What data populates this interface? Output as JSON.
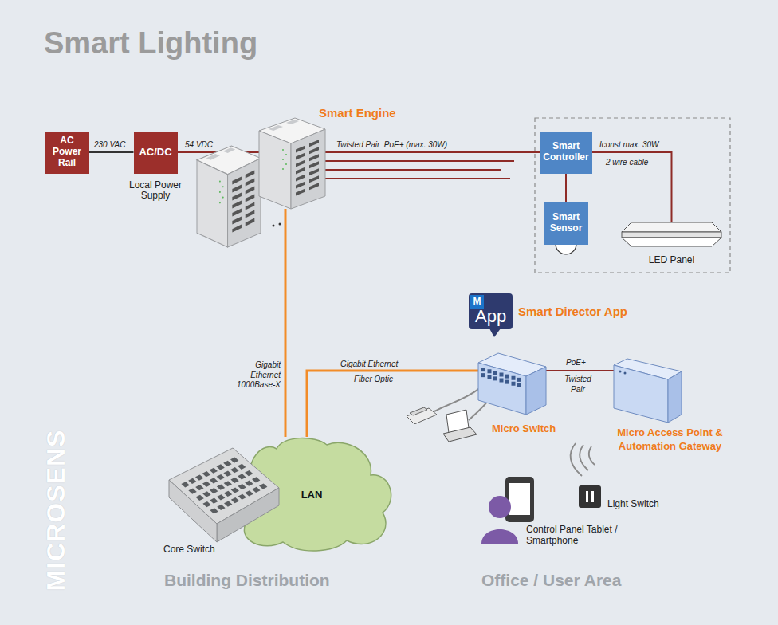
{
  "diagram": {
    "title": "Smart Lighting",
    "nodes": [
      {
        "text": [
          "AC Power Rail"
        ]
      },
      {
        "text": [
          "AC/DC",
          "Local Power Supply"
        ]
      },
      {
        "text": [
          "Smart Engine"
        ]
      },
      {
        "text": [
          "Smart Controller"
        ]
      },
      {
        "text": [
          "Smart Sensor"
        ]
      },
      {
        "text": [
          "LED Panel"
        ]
      },
      {
        "text": [
          "M",
          "App",
          "Smart Director App"
        ]
      },
      {
        "text": [
          "Micro Switch"
        ]
      },
      {
        "text": [
          "Micro Access Point & Automation Gateway"
        ]
      },
      {
        "text": [
          "LAN"
        ]
      },
      {
        "text": [
          "Core Switch"
        ]
      }
    ],
    "edges": [
      {
        "from": 0,
        "to": 1,
        "arrow": "none",
        "label": "230 VAC"
      },
      {
        "from": 1,
        "to": 2,
        "arrow": "none",
        "label": "54 VDC"
      },
      {
        "from": 2,
        "to": 3,
        "arrow": "none",
        "label": "Twisted Pair  PoE+ (max. 30W)"
      },
      {
        "from": 3,
        "to": 5,
        "arrow": "none",
        "label": "Iconst max. 30W"
      },
      {
        "from": 3,
        "to": 4,
        "arrow": "none"
      },
      {
        "from": 2,
        "to": 9,
        "arrow": "none",
        "label": "Gigabit Ethernet 1000Base-X"
      },
      {
        "from": 9,
        "to": 7,
        "arrow": "none",
        "label": "Gigabit Ethernet"
      },
      {
        "from": 7,
        "to": 8,
        "arrow": "none",
        "label": "PoE+"
      }
    ],
    "labels": [
      "2 wire cable",
      "Fiber Optic",
      "Twisted Pair",
      "Light Switch",
      "Control Panel Tablet / Smartphone",
      "Building Distribution",
      "Office / User Area",
      "MICROSENS"
    ]
  }
}
